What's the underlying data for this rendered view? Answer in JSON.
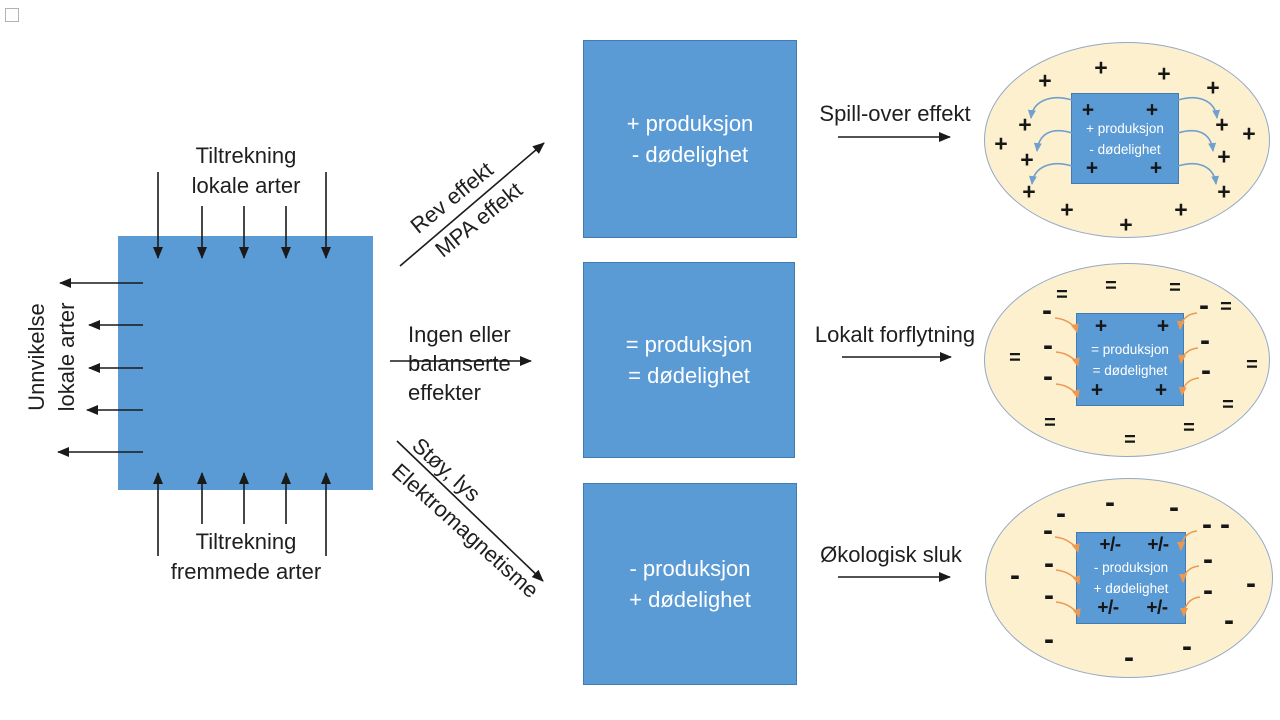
{
  "colors": {
    "box_blue": "#5B9BD5",
    "ellipse_fill": "#FCF0CF",
    "ellipse_border": "#93A9C7",
    "arrow_black": "#1a1a1a",
    "spillover_arrow_blue": "#6FA0CE",
    "sink_arrow_orange": "#ED9850",
    "box_text_white": "#FFFFFF",
    "label_text": "#1f1f1f"
  },
  "source_box": {
    "top_label_line1": "Tiltrekning",
    "top_label_line2": "lokale arter",
    "bottom_label_line1": "Tiltrekning",
    "bottom_label_line2": "fremmede arter",
    "left_label_line1": "Unnvikelse",
    "left_label_line2": "lokale arter"
  },
  "pathways": [
    {
      "arrow_label_line1": "Rev effekt",
      "arrow_label_line2": "MPA effekt",
      "box_line1": "+ produksjon",
      "box_line2": "- dødelighet",
      "outcome_label": "Spill-over effekt",
      "ellipse": {
        "inner_line1": "+ produksjon",
        "inner_line2": "- dødelighet",
        "corner_symbol": "+",
        "ring_symbol": "+",
        "flow": "outward"
      }
    },
    {
      "arrow_label_line1": "Ingen eller",
      "arrow_label_line2": "balanserte",
      "arrow_label_line3": "effekter",
      "box_line1": "= produksjon",
      "box_line2": "= dødelighet",
      "outcome_label": "Lokalt forflytning",
      "ellipse": {
        "inner_line1": "= produksjon",
        "inner_line2": "= dødelighet",
        "corner_symbol": "+",
        "ring_symbol": "=",
        "attractor_symbol": "-",
        "flow": "inward"
      }
    },
    {
      "arrow_label_line1": "Støy, lys",
      "arrow_label_line2": "Elektromagnetisme",
      "box_line1": "- produksjon",
      "box_line2": "+ dødelighet",
      "outcome_label": "Økologisk sluk",
      "ellipse": {
        "inner_line1": "- produksjon",
        "inner_line2": "+ dødelighet",
        "corner_symbol": "+/-",
        "ring_symbol": "-",
        "attractor_symbol": "-",
        "flow": "inward"
      }
    }
  ]
}
